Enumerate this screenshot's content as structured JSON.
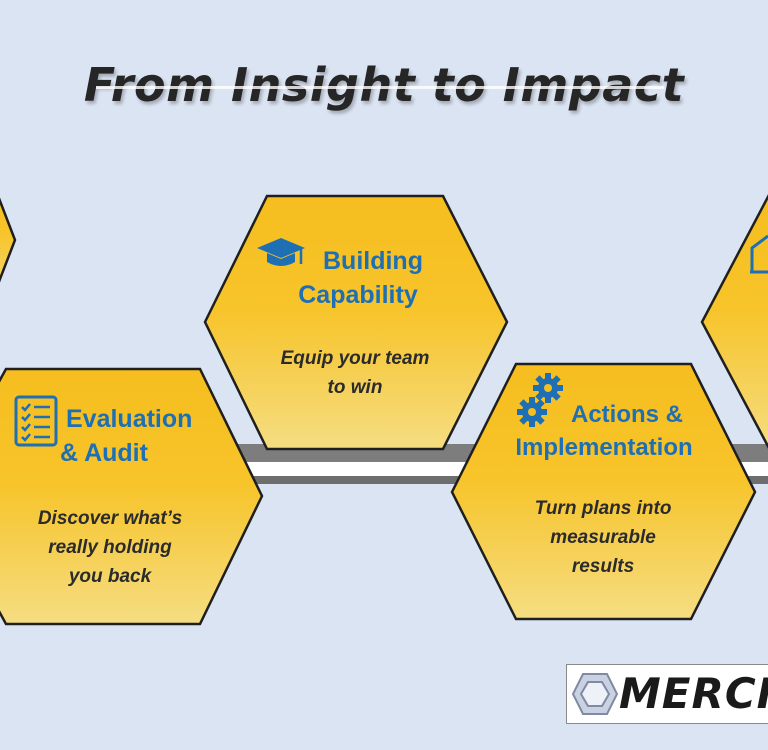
{
  "title": "From Insight to Impact",
  "steps": [
    {
      "heading_line1": "Evaluation",
      "heading_line2": "& Audit",
      "desc_line1": "Discover what’s",
      "desc_line2": "really holding",
      "desc_line3": "you back",
      "icon": "checklist-icon"
    },
    {
      "heading_line1": "Building",
      "heading_line2": "Capability",
      "desc_line1": "Equip your team",
      "desc_line2": "to win",
      "icon": "graduation-cap-icon"
    },
    {
      "heading_line1": "Actions &",
      "heading_line2": "Implementation",
      "desc_line1": "Turn plans into",
      "desc_line2": "measurable",
      "desc_line3": "results",
      "icon": "gears-icon"
    }
  ],
  "logo": {
    "text": "MERCH"
  },
  "colors": {
    "hex_fill_top": "#f6be1f",
    "hex_fill_bottom": "#f5da7a",
    "heading": "#1f6fb4",
    "background": "#dbe4f3"
  }
}
